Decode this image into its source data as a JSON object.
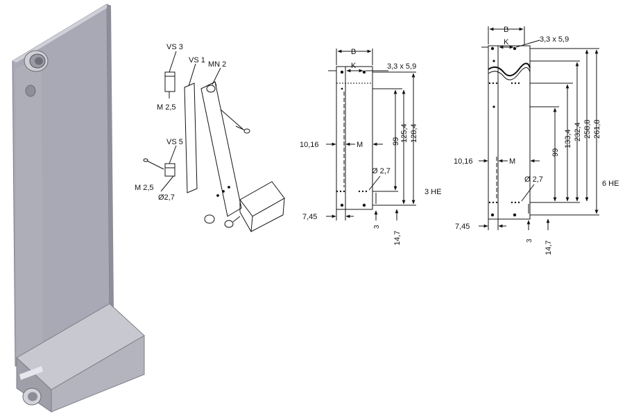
{
  "colors": {
    "panel_face": "#a9a9b5",
    "panel_edge": "#c9c9d2",
    "panel_dark": "#8e8e9a",
    "line": "#111111"
  },
  "exploded_view": {
    "labels": {
      "vs3": "VS 3",
      "vs1": "VS 1",
      "mn2": "MN 2",
      "m25_top": "M 2,5",
      "vs5": "VS 5",
      "m25_bottom": "M 2,5",
      "dia27": "Ø2,7"
    }
  },
  "drawing_3he": {
    "B": "B",
    "K": "K",
    "slot": "3,3 x 5,9",
    "dim_1016": "10,16",
    "M": "M",
    "dia": "Ø 2,7",
    "dim_745": "7,45",
    "dim_3": "3",
    "dim_147": "14,7",
    "dim_99": "99",
    "dim_1254": "125,4",
    "dim_1284": "128,4",
    "height_label": "3 HE"
  },
  "drawing_6he": {
    "B": "B",
    "K": "K",
    "slot": "3,3 x 5,9",
    "dim_1016": "10,16",
    "M": "M",
    "dia": "Ø 2,7",
    "dim_745": "7,45",
    "dim_3": "3",
    "dim_147": "14,7",
    "dim_99": "99",
    "dim_1334": "133,4",
    "dim_2324": "232,4",
    "dim_2588": "258,8",
    "dim_2618": "261,8",
    "height_label": "6 HE"
  }
}
